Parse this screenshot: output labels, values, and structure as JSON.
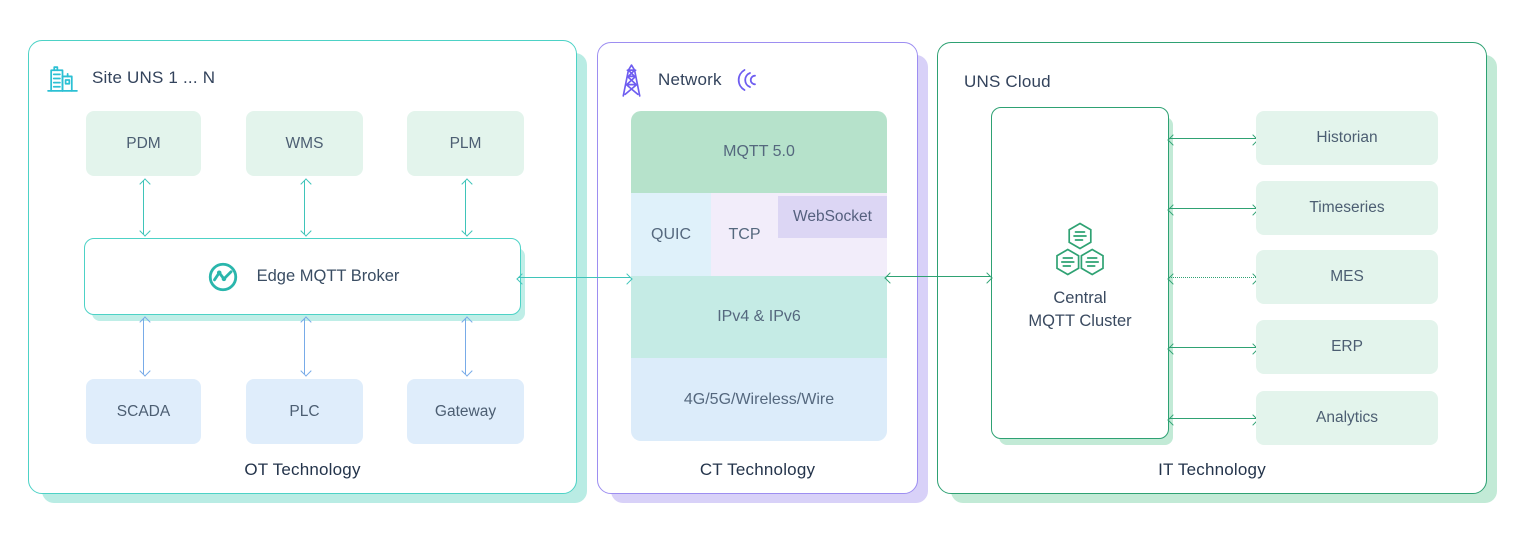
{
  "ot_panel": {
    "title": "Site UNS 1 ... N",
    "top_boxes": [
      "PDM",
      "WMS",
      "PLM"
    ],
    "broker": "Edge MQTT Broker",
    "bottom_boxes": [
      "SCADA",
      "PLC",
      "Gateway"
    ],
    "footer": "OT Technology"
  },
  "ct_panel": {
    "title": "Network",
    "layers": {
      "mqtt": "MQTT 5.0",
      "quic": "QUIC",
      "tcp": "TCP",
      "websocket": "WebSocket",
      "ip": "IPv4 & IPv6",
      "physical": "4G/5G/Wireless/Wire"
    },
    "footer": "CT Technology"
  },
  "it_panel": {
    "title": "UNS Cloud",
    "cluster": {
      "line1": "Central",
      "line2": "MQTT Cluster"
    },
    "services": [
      "Historian",
      "Timeseries",
      "MES",
      "ERP",
      "Analytics"
    ],
    "footer": "IT Technology"
  },
  "icons": {
    "site": "buildings-icon",
    "network": "transmission-tower-icon",
    "signal": "radio-waves-icon",
    "broker": "nanomq-logo-icon",
    "cluster": "hexagon-cluster-icon"
  },
  "colors": {
    "teal_border": "#4dd2c6",
    "purple_border": "#9d8ef1",
    "green_border": "#2ea173",
    "teal_arrow": "#3fc4b9",
    "blue_arrow": "#78abe8",
    "green_arrow": "#2fa273",
    "mint_box": "#e3f4ec",
    "blue_box": "#dfedfb",
    "mqtt_green": "#b6e2cb",
    "quic_cyan": "#dff1fa",
    "tcp_lavender": "#f2edfa",
    "websocket_lavender": "#dcd6f4",
    "ip_teal": "#c5ebe5",
    "physical_blue": "#dcecfa"
  }
}
